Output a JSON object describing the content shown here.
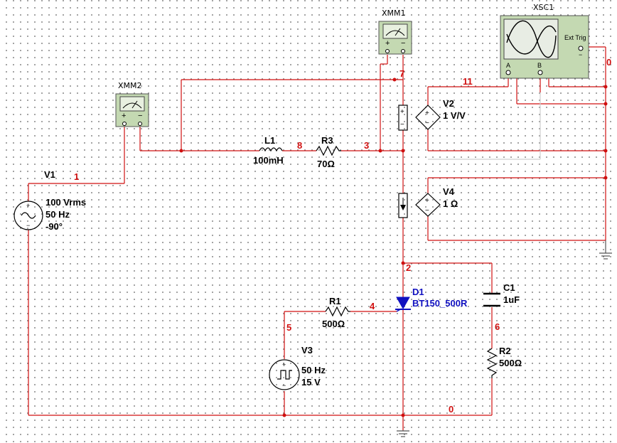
{
  "instruments": {
    "xmm1": {
      "label": "XMM1"
    },
    "xmm2": {
      "label": "XMM2"
    },
    "xsc1": {
      "label": "XSC1",
      "ext_trig": "Ext Trig",
      "ch_a": "A",
      "ch_b": "B"
    }
  },
  "components": {
    "v1": {
      "ref": "V1",
      "line1": "100 Vrms",
      "line2": "50 Hz",
      "line3": "-90°"
    },
    "v2": {
      "ref": "V2",
      "value": "1 V/V"
    },
    "v3": {
      "ref": "V3",
      "line1": "50 Hz",
      "line2": "15 V"
    },
    "v4": {
      "ref": "V4",
      "value": "1 Ω"
    },
    "l1": {
      "ref": "L1",
      "value": "100mH"
    },
    "r1": {
      "ref": "R1",
      "value": "500Ω"
    },
    "r2": {
      "ref": "R2",
      "value": "500Ω"
    },
    "r3": {
      "ref": "R3",
      "value": "70Ω"
    },
    "c1": {
      "ref": "C1",
      "value": "1uF"
    },
    "d1": {
      "ref": "D1",
      "value": "BT150_500R"
    }
  },
  "nets": {
    "n0a": "0",
    "n0b": "0",
    "n1": "1",
    "n2": "2",
    "n3": "3",
    "n4": "4",
    "n5": "5",
    "n6": "6",
    "n7": "7",
    "n8": "8",
    "n11": "11"
  },
  "colors": {
    "wire": "#d01010",
    "diode": "#1010c0",
    "meter": "#c4d9b2"
  }
}
